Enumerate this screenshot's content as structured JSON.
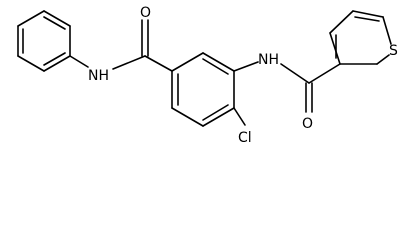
{
  "molecule": {
    "atom_labels": {
      "o_amide_left": "O",
      "nh_left": "NH",
      "nh_right": "NH",
      "o_amide_right": "O",
      "s_thiophene": "S",
      "cl": "Cl"
    }
  }
}
